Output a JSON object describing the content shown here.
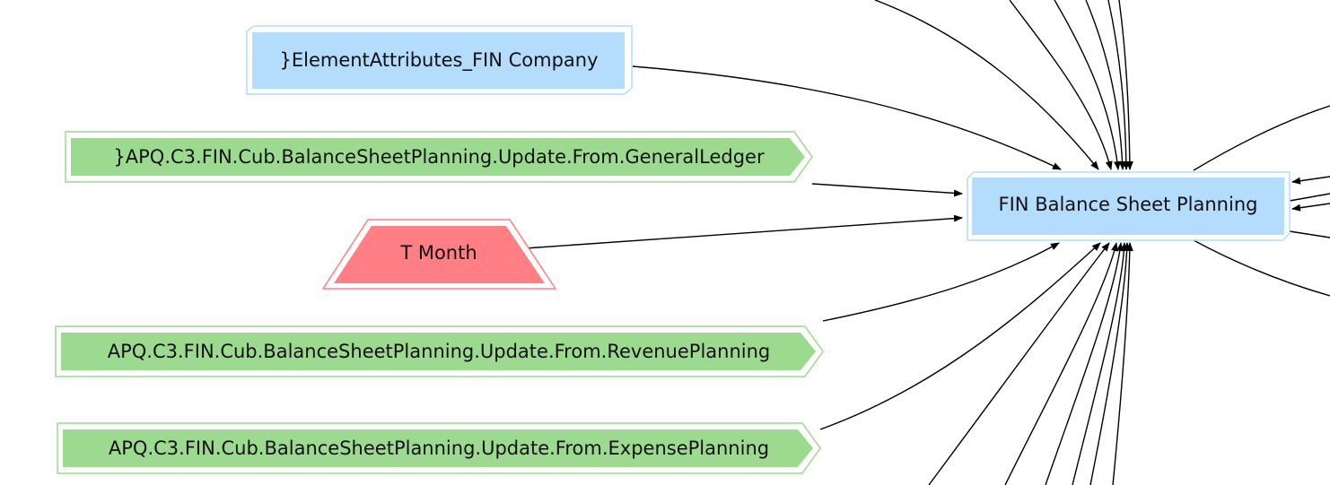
{
  "colors": {
    "cube": "#b3dcfd",
    "cube_border": "#a6d0f3",
    "process": "#9cdb8f",
    "process_border": "#9cdb8f",
    "dimension": "#ff7f85",
    "edge": "#000000"
  },
  "nodes": {
    "element_attributes": "}ElementAttributes_FIN Company",
    "process_gl": "}APQ.C3.FIN.Cub.BalanceSheetPlanning.Update.From.GeneralLedger",
    "dimension_month": "T Month",
    "process_revenue": "APQ.C3.FIN.Cub.BalanceSheetPlanning.Update.From.RevenuePlanning",
    "process_expense": "APQ.C3.FIN.Cub.BalanceSheetPlanning.Update.From.ExpensePlanning",
    "center_cube": "FIN Balance Sheet Planning"
  }
}
